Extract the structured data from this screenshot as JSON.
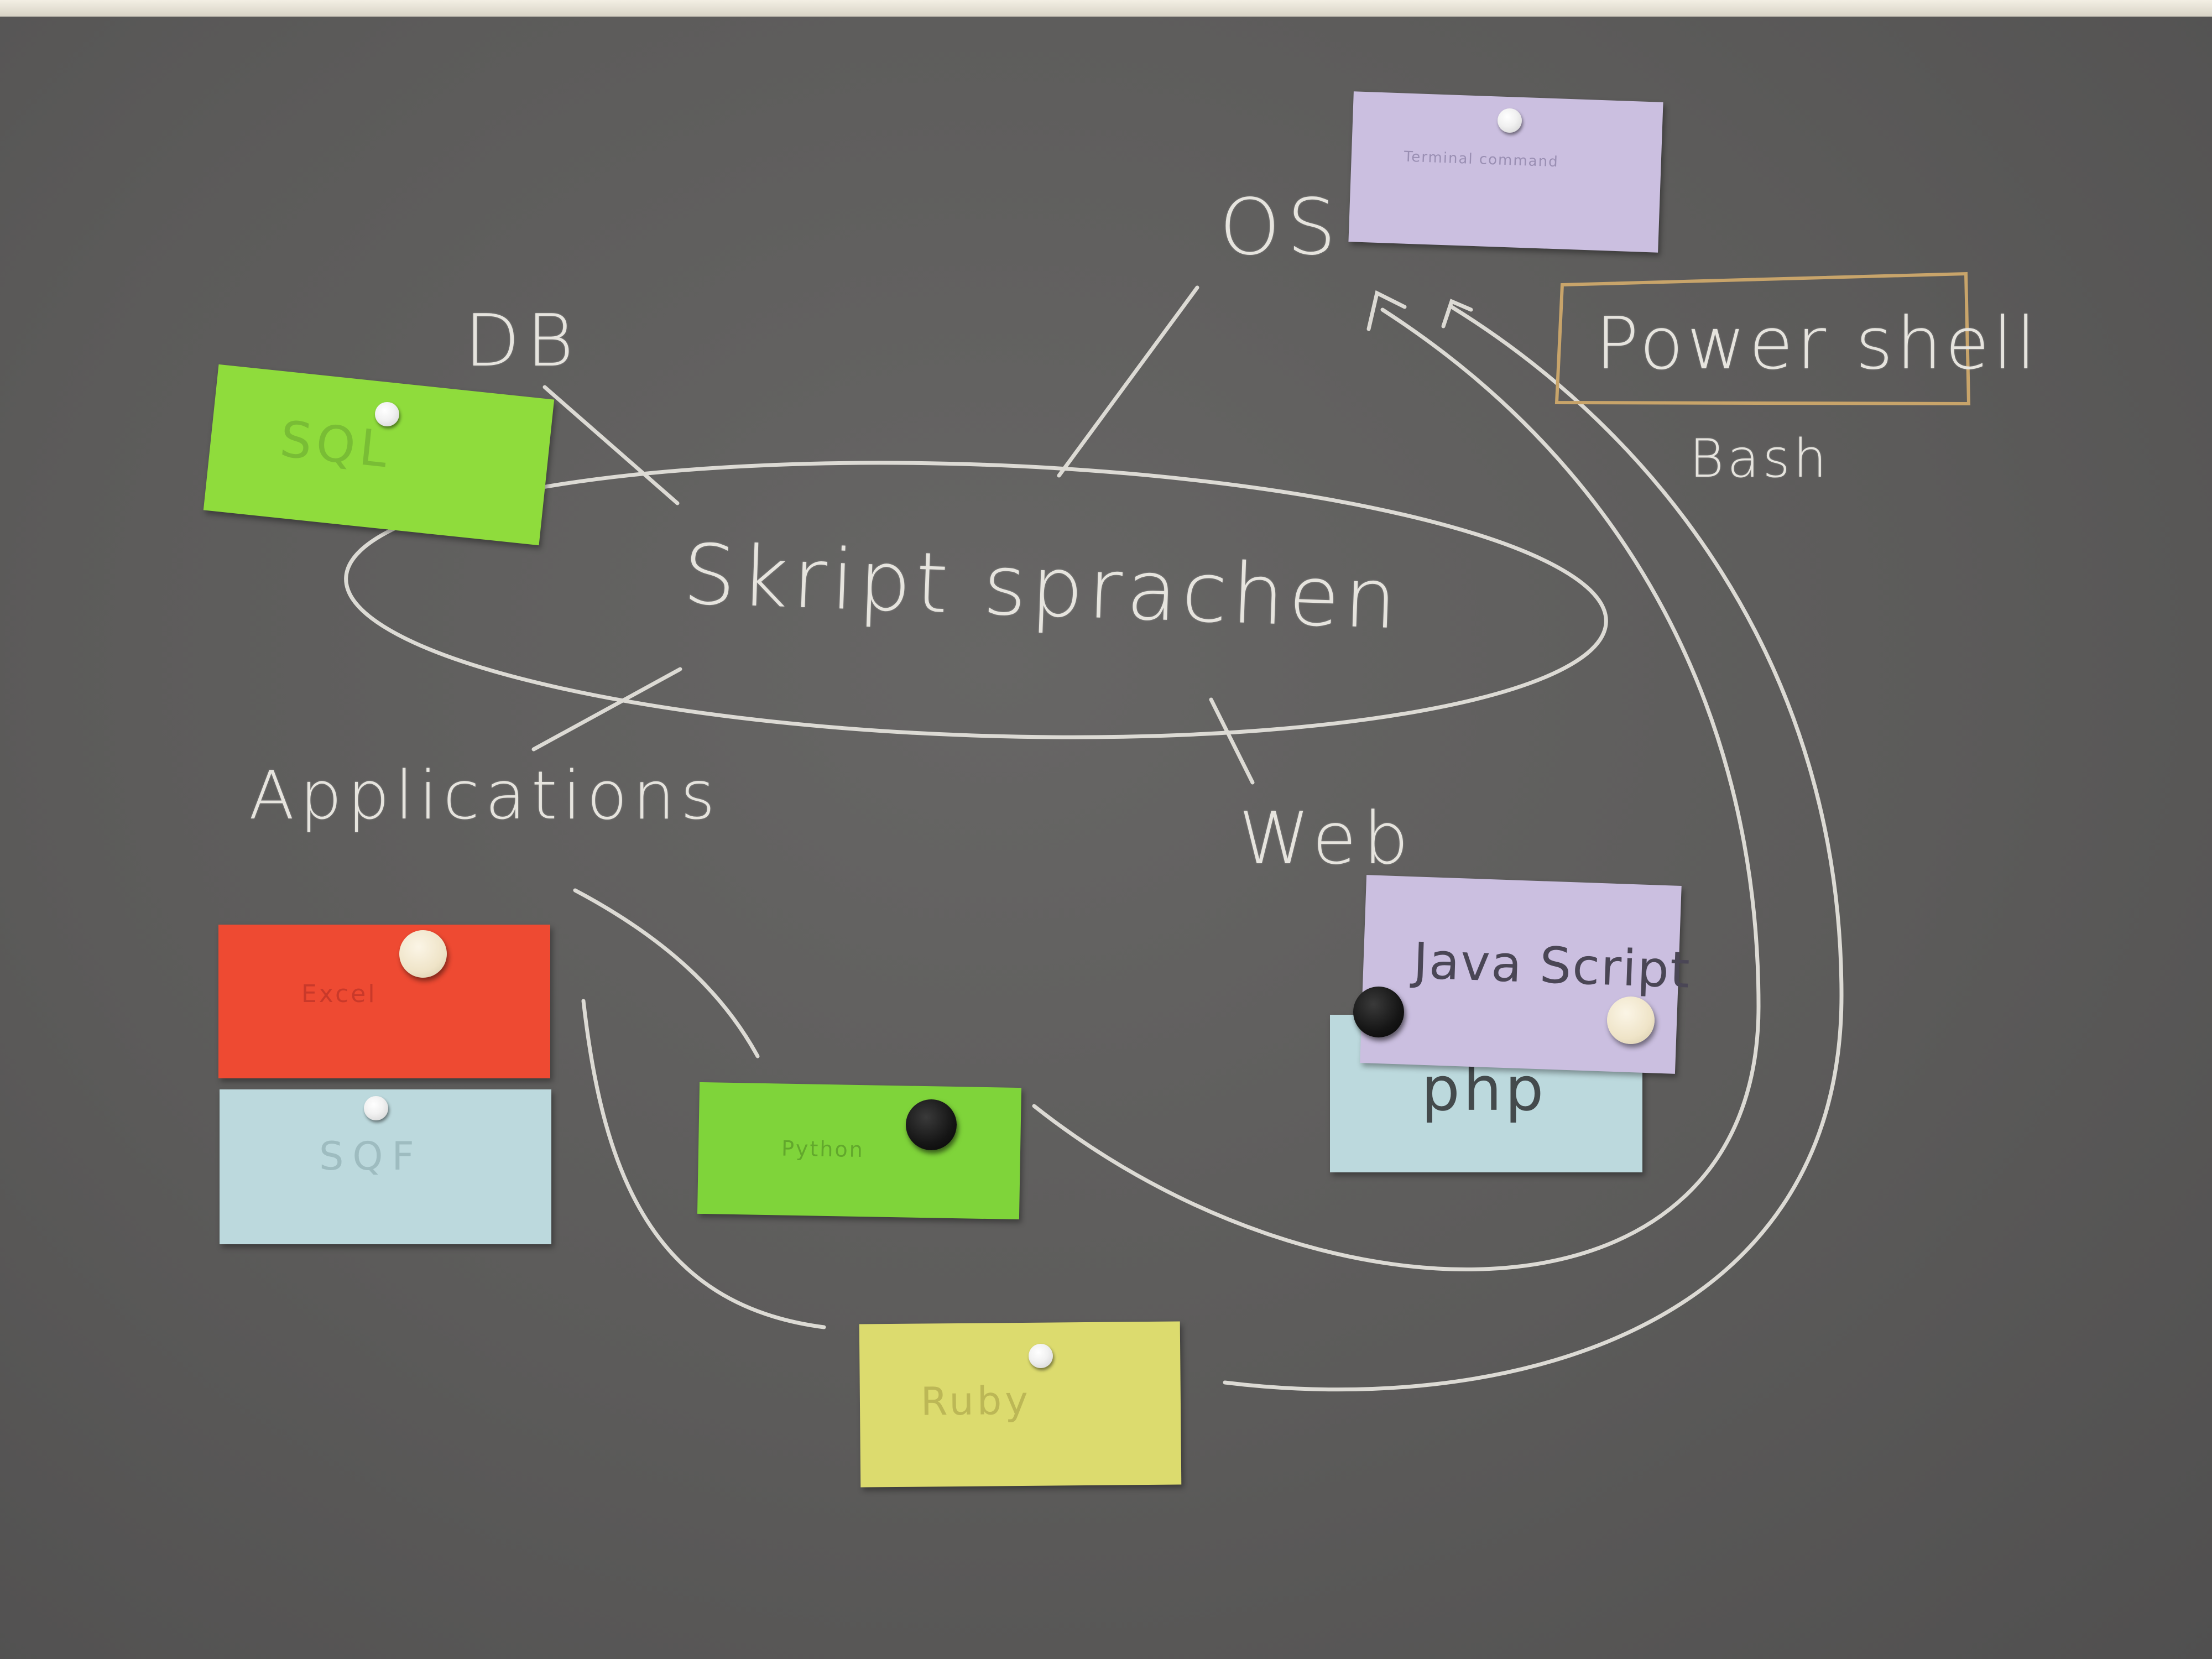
{
  "board": {
    "center_label": "Skript sprachen",
    "labels": {
      "db": "DB",
      "os": "OS",
      "web": "Web",
      "applications": "Applications",
      "powershell": "Power shell",
      "bash": "Bash"
    }
  },
  "cards": {
    "sql": {
      "text": "SQL",
      "color": "#8fdc3c"
    },
    "terminal": {
      "text": "Terminal command",
      "color": "#cbbfe0"
    },
    "excel": {
      "text": "Excel",
      "color": "#ee4a32"
    },
    "sqf": {
      "text": "SQF",
      "color": "#bcd9dd"
    },
    "python": {
      "text": "Python",
      "color": "#7fd43a"
    },
    "javascript": {
      "text": "Java Script",
      "color": "#cbbfe0"
    },
    "php": {
      "text": "php",
      "color": "#bcd9dd"
    },
    "ruby": {
      "text": "Ruby",
      "color": "#dcdb6e"
    }
  },
  "colors": {
    "board": "#5e5d5d",
    "chalk": "#e6e4de",
    "powershell_box": "#c8a46a"
  },
  "icons": [
    "magnet-icon"
  ]
}
